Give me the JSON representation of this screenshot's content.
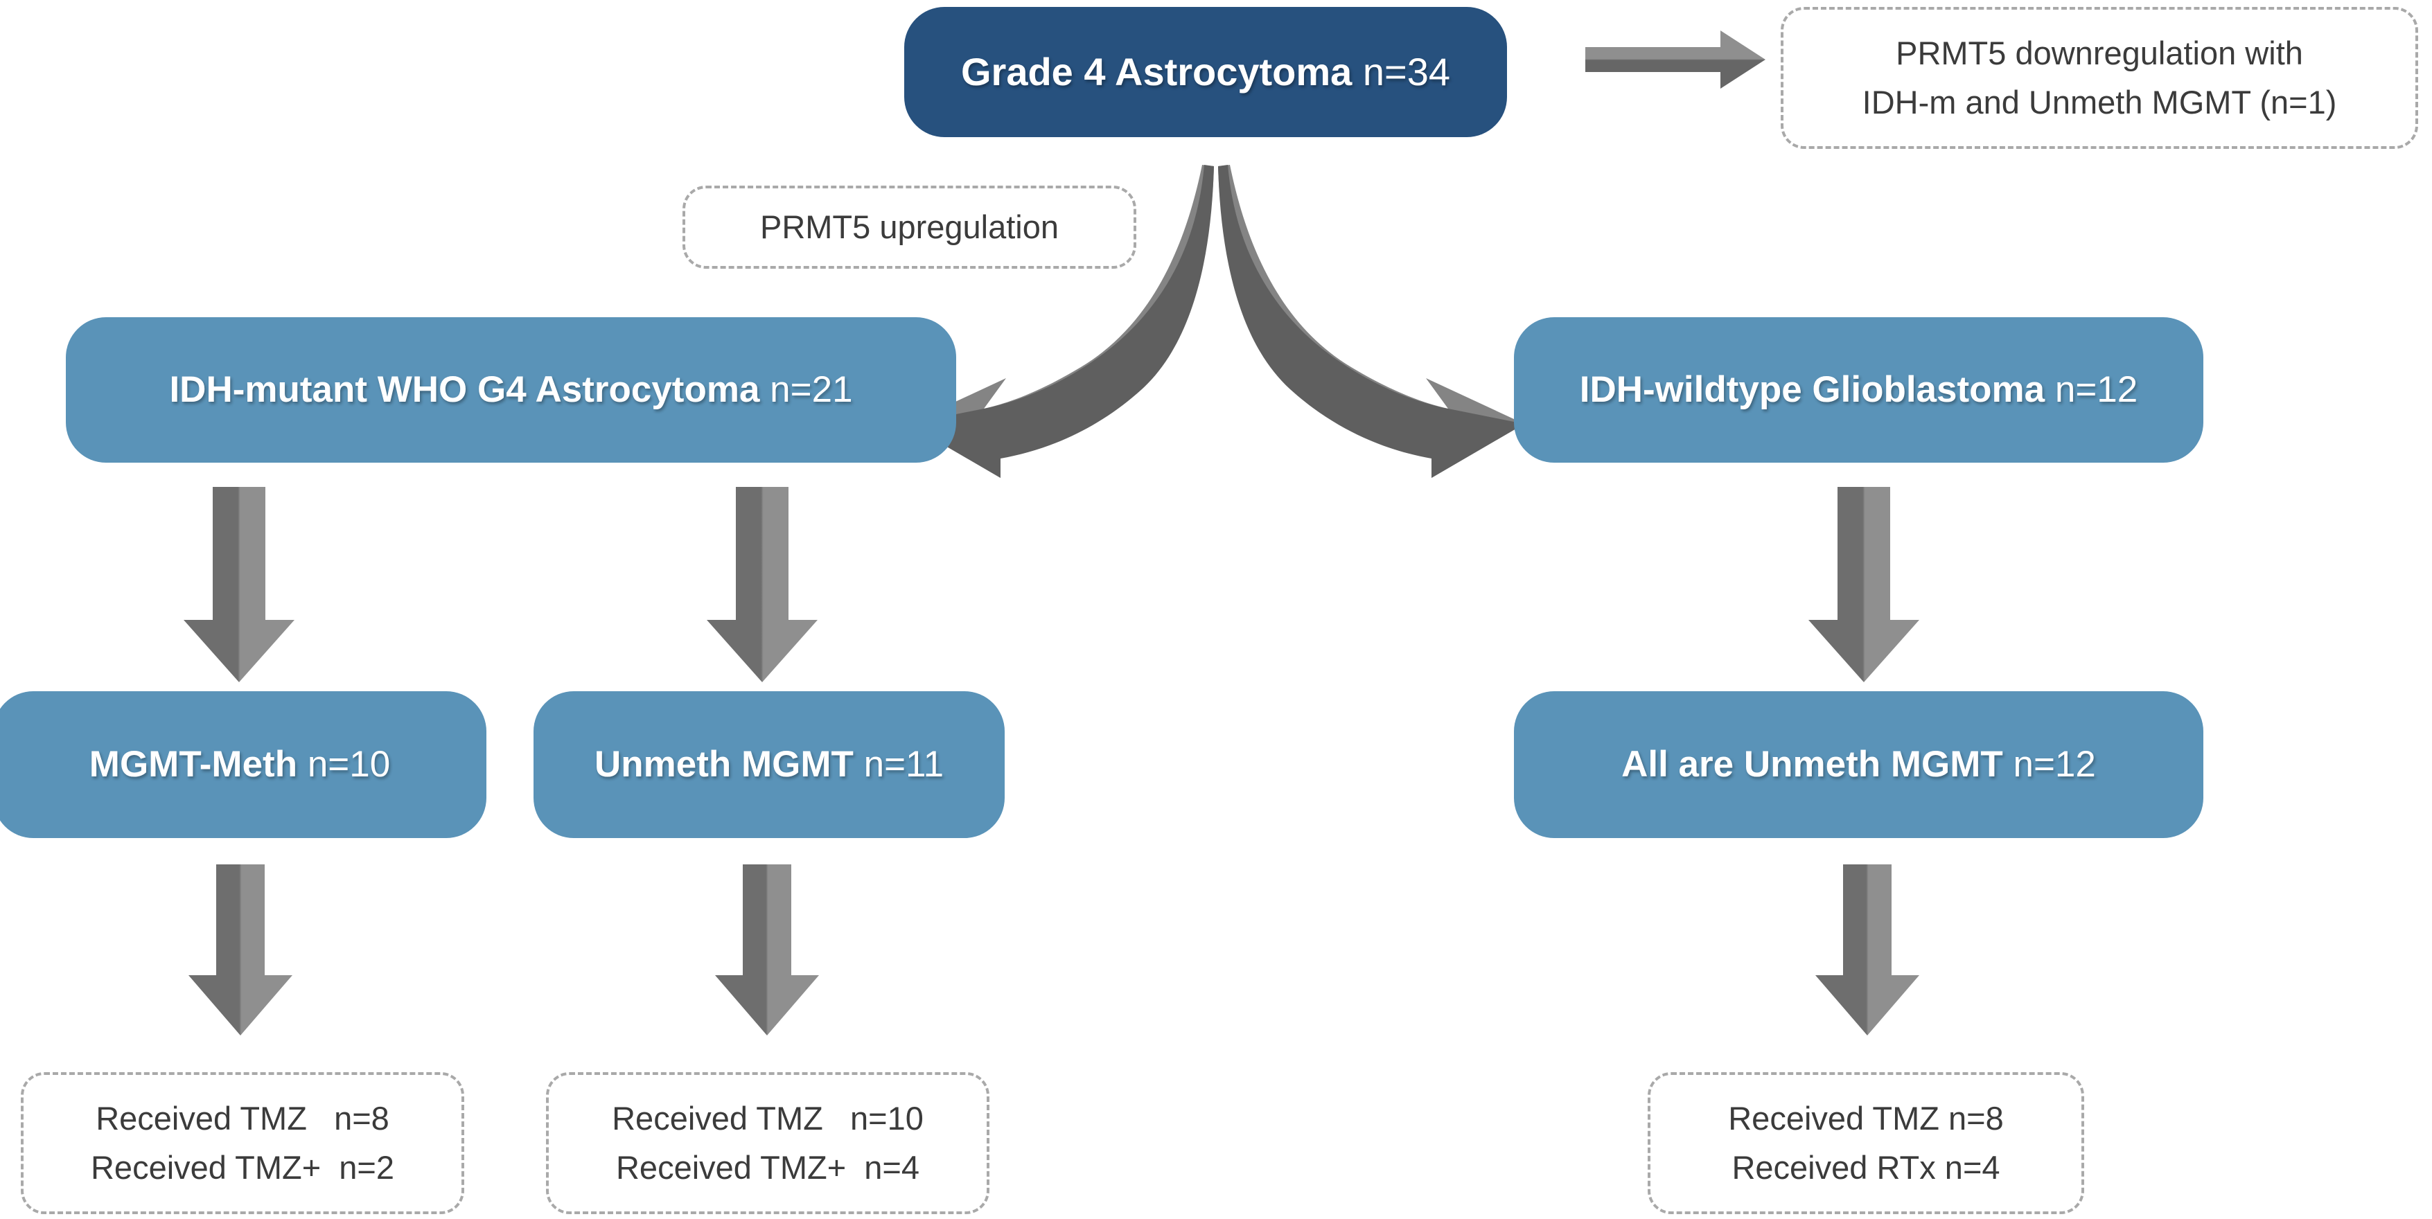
{
  "figure": {
    "type": "flowchart",
    "title": "Grade 4 Astrocytoma cohort stratification"
  },
  "colors": {
    "root_box": "#27517E",
    "node_box": "#5A93B8",
    "arrow_light": "#8C8C8C",
    "arrow_dark": "#666666",
    "dashed_border": "#A9A9A9",
    "text_on_box": "#FFFFFF",
    "text_dashed": "#3B3B3B",
    "background": "#FFFFFF"
  },
  "nodes": {
    "root": {
      "label": "Grade 4 Astrocytoma",
      "count": "n=34"
    },
    "idh_mutant": {
      "label": "IDH-mutant WHO G4 Astrocytoma",
      "count": "n=21"
    },
    "idh_wildtype": {
      "label": "IDH-wildtype Glioblastoma",
      "count": "n=12"
    },
    "mgmt_meth": {
      "label": "MGMT-Meth",
      "count": "n=10"
    },
    "unmeth_mgmt": {
      "label": "Unmeth MGMT",
      "count": "n=11"
    },
    "all_unmeth_mgmt": {
      "label": "All are Unmeth MGMT",
      "count": "n=12"
    }
  },
  "annotations": {
    "prmt5_down": {
      "line1": "PRMT5 downregulation with",
      "line2": "IDH-m and Unmeth MGMT (n=1)"
    },
    "prmt5_up": {
      "line1": "PRMT5 upregulation"
    },
    "treatment_mgmt_meth": {
      "line1": "Received TMZ   n=8",
      "line2": "Received TMZ+  n=2"
    },
    "treatment_unmeth_mgmt": {
      "line1": "Received TMZ   n=10",
      "line2": "Received TMZ+  n=4"
    },
    "treatment_gbm": {
      "line1": "Received TMZ n=8",
      "line2": "Received RTx n=4"
    }
  },
  "arrows": {
    "root_to_downregulation": "right-arrow-icon",
    "root_to_idh_mutant": "curved-arrow-down-left-icon",
    "root_to_idh_wildtype": "curved-arrow-down-right-icon",
    "idh_mutant_to_mgmt_meth": "down-arrow-icon",
    "idh_mutant_to_unmeth_mgmt": "down-arrow-icon",
    "idh_wildtype_to_all_unmeth": "down-arrow-icon",
    "mgmt_meth_to_treatment": "down-arrow-icon",
    "unmeth_mgmt_to_treatment": "down-arrow-icon",
    "all_unmeth_to_treatment": "down-arrow-icon"
  }
}
